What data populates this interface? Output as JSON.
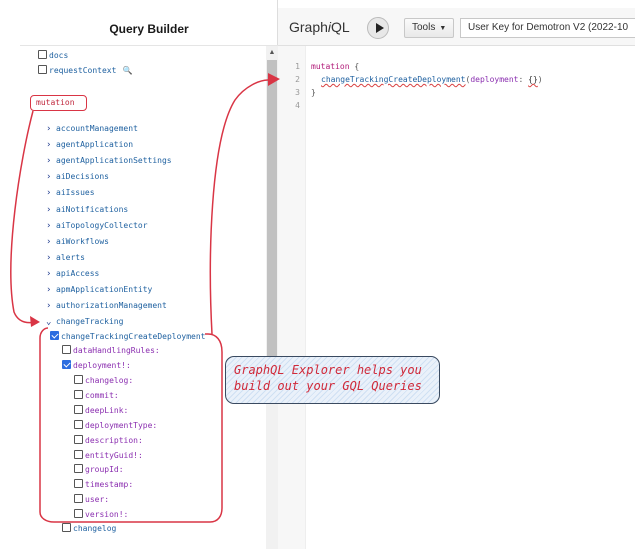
{
  "query_builder": {
    "title": "Query Builder",
    "root_fields": [
      {
        "label": "docs"
      },
      {
        "label": "requestContext"
      }
    ],
    "mutation_label": "mutation",
    "collapsed_items": [
      "accountManagement",
      "agentApplication",
      "agentApplicationSettings",
      "aiDecisions",
      "aiIssues",
      "aiNotifications",
      "aiTopologyCollector",
      "aiWorkflows",
      "alerts",
      "apiAccess",
      "apmApplicationEntity",
      "authorizationManagement"
    ],
    "expanded_item": "changeTracking",
    "selected_mutation": "changeTrackingCreateDeployment",
    "args": {
      "dataHandlingRules": "dataHandlingRules:",
      "deployment": "deployment!:"
    },
    "deployment_fields": [
      "changelog:",
      "commit:",
      "deepLink:",
      "deploymentType:",
      "description:",
      "entityGuid!:",
      "groupId:",
      "timestamp:",
      "user:",
      "version!:"
    ],
    "after_field": "changelog"
  },
  "graphiql": {
    "logo_prefix": "Graph",
    "logo_italic": "i",
    "logo_suffix": "QL",
    "tools_label": "Tools",
    "key_select": "User Key for Demotron V2 (2022-10",
    "code": {
      "line_numbers": [
        "1",
        "2",
        "3",
        "4"
      ],
      "keyword": "mutation",
      "open_brace": "{",
      "function": "changeTrackingCreateDeployment",
      "paren_open": "(",
      "arg": "deployment",
      "colon": ": ",
      "arg_value": "{}",
      "paren_close": ")",
      "close_brace": "}"
    }
  },
  "annotation": {
    "callout_line1": "GraphQL Explorer helps you",
    "callout_line2": "build out your GQL Queries",
    "color": "#d93545"
  }
}
